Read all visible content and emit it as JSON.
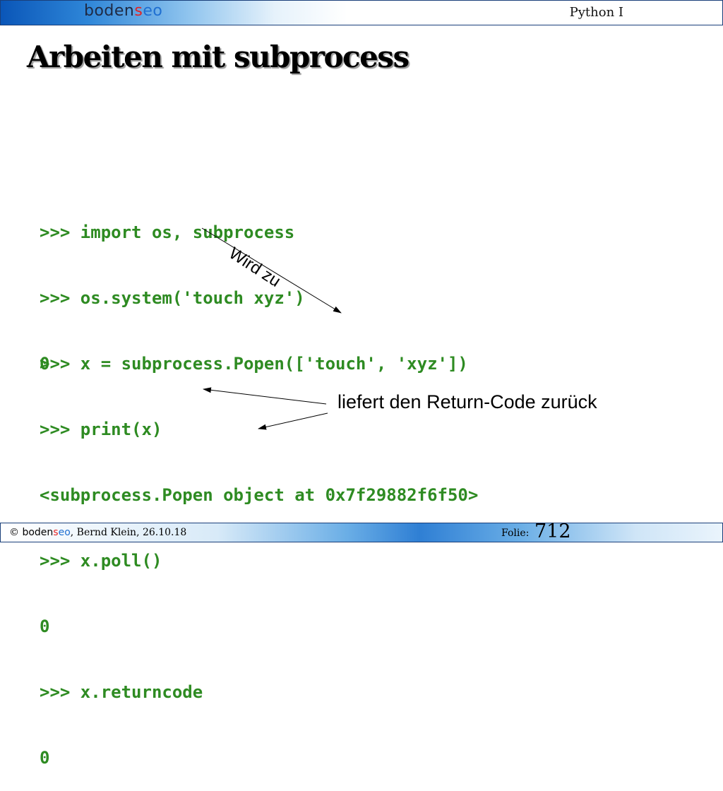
{
  "header": {
    "logo": {
      "pre": "boden",
      "mid": "s",
      "post": "eo"
    },
    "course": "Python I"
  },
  "slide": {
    "title": "Arbeiten mit subprocess",
    "code_block_1": [
      ">>> import os, subprocess",
      ">>> os.system('touch xyz')",
      "0"
    ],
    "code_block_2": [
      ">>> x = subprocess.Popen(['touch', 'xyz'])",
      ">>> print(x)",
      "<subprocess.Popen object at 0x7f29882f6f50>",
      ">>> x.poll()",
      "0",
      ">>> x.returncode",
      "0"
    ],
    "annotation": "Wird zu",
    "note": "liefert den Return-Code zurück"
  },
  "footer": {
    "copyright_prefix": "© ",
    "brand": {
      "pre": "boden",
      "mid": "s",
      "post": "eo"
    },
    "author_date": ", Bernd Klein, 26.10.18",
    "folie_label": "Folie:",
    "folie_number": "712"
  },
  "colors": {
    "code": "#2e8b22",
    "header_blue": "#0a56b8",
    "logo_red": "#e32222",
    "logo_blue": "#1f6fd1"
  }
}
